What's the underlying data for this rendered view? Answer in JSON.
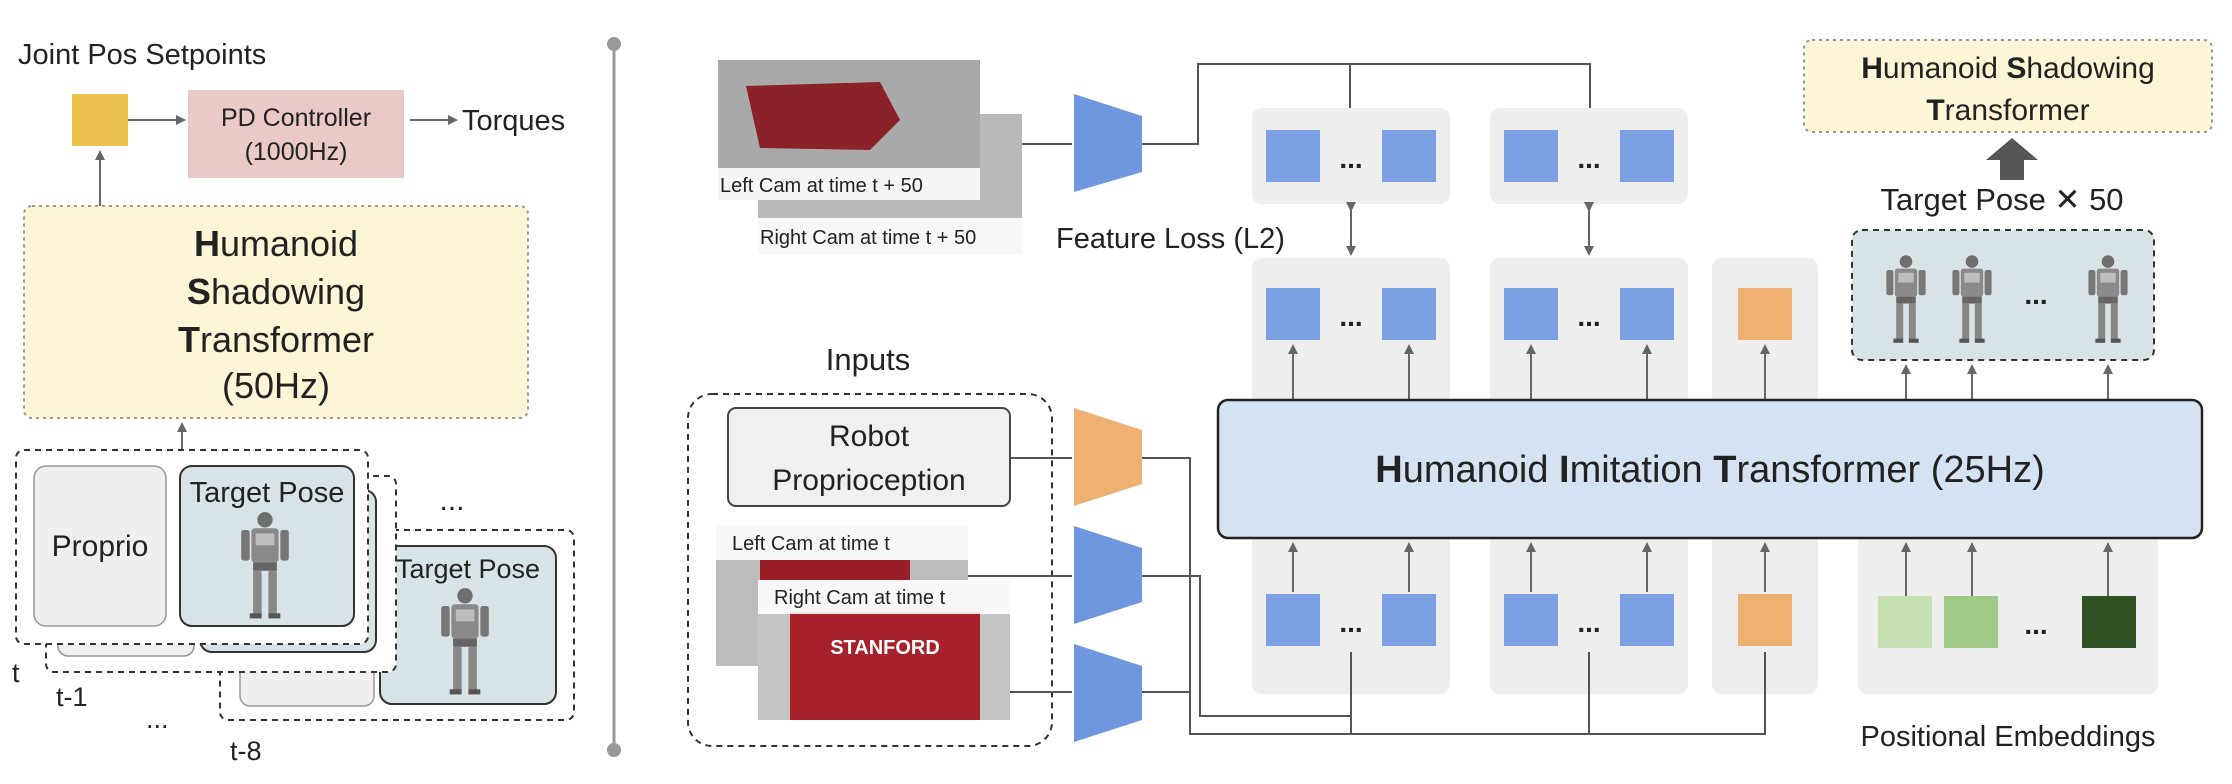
{
  "left": {
    "setpoints_title": "Joint Pos Setpoints",
    "pd_controller": {
      "line1": "PD Controller",
      "line2": "(1000Hz)"
    },
    "torques": "Torques",
    "hst_box": {
      "l1a": "H",
      "l1b": "umanoid",
      "l2a": "S",
      "l2b": "hadowing",
      "l3a": "T",
      "l3b": "ransformer",
      "l4": "(50Hz)"
    },
    "proprio": "Proprio",
    "target_pose": "Target Pose",
    "target_pose_back": "Target Pose",
    "ellipsis": "...",
    "label_t": "t",
    "label_t1": "t-1",
    "label_t8": "t-8",
    "label_dots": "..."
  },
  "right": {
    "cam_left_future": "Left Cam at time t + 50",
    "cam_right_future": "Right Cam at time t + 50",
    "feature_loss": "Feature Loss (L2)",
    "inputs_title": "Inputs",
    "robot_proprio": {
      "line1": "Robot",
      "line2": "Proprioception"
    },
    "cam_left_now": "Left Cam at time t",
    "cam_right_now": "Right Cam at time t",
    "photo_text": "STANFORD",
    "hit": {
      "h": "H",
      "a": "umanoid ",
      "i": "I",
      "b": "mitation ",
      "t": "T",
      "c": "ransformer (25Hz)"
    },
    "hst_out": {
      "h": "H",
      "a": "umanoid  ",
      "s": "S",
      "b": "hadowing",
      "t": "T",
      "c": "ransformer"
    },
    "target_pose_x50": "Target Pose ✕ 50",
    "pose_dots": "...",
    "token_dots": "...",
    "positional_embeddings": "Positional Embeddings"
  },
  "colors": {
    "yellow_box": "#e9c14c",
    "pd_box": "#ecc9c9",
    "hst_fill": "#fcf5d6",
    "pose_fill": "#d7e3e7",
    "blue_token": "#7ba0e3",
    "orange_token": "#eeb172",
    "hit_fill": "#d5e2f1",
    "panel_gray": "#eeeeee",
    "pe1": "#c4e0b2",
    "pe2": "#9fc987",
    "pe3": "#2f5323"
  }
}
